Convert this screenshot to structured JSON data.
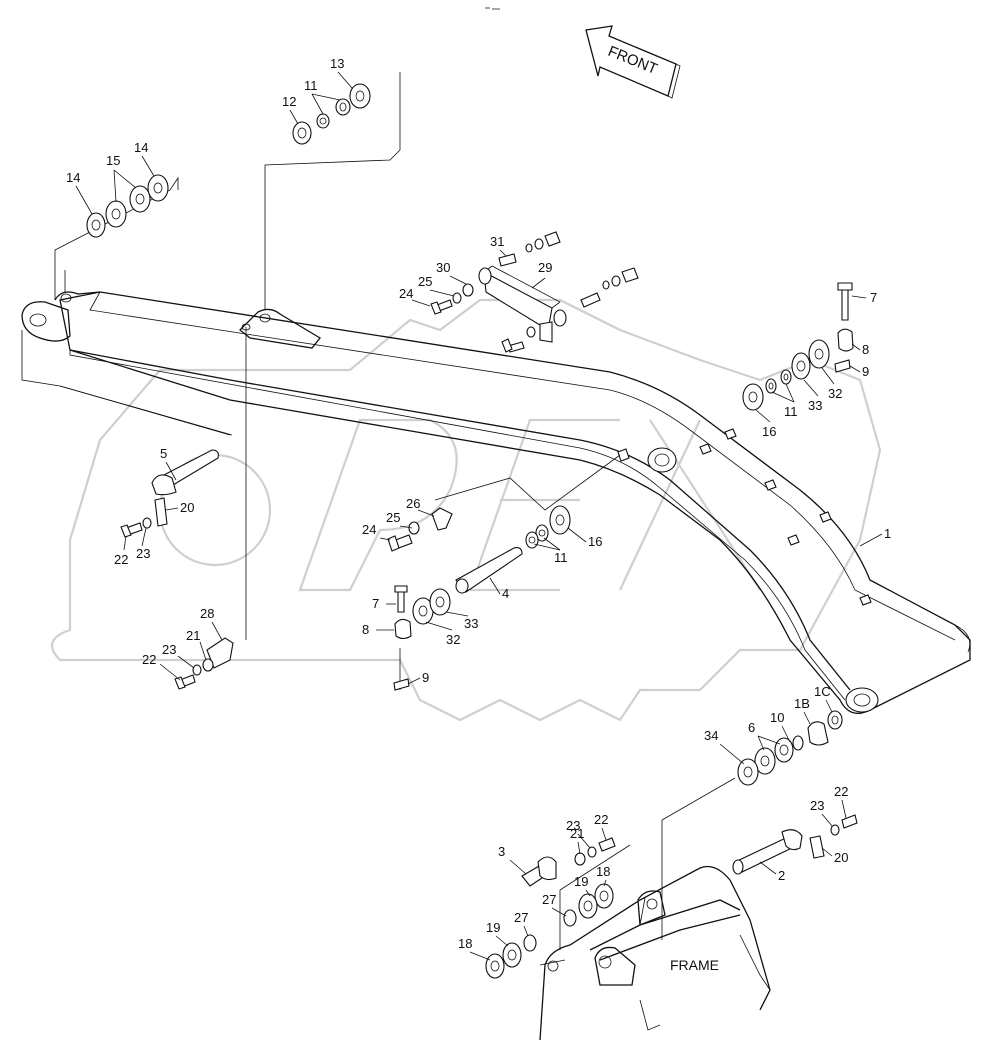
{
  "arrow_label": "FRONT",
  "frame_label": "FRAME",
  "watermark": "OPEX",
  "callouts": [
    {
      "id": "c13a",
      "text": "13"
    },
    {
      "id": "c11a",
      "text": "11"
    },
    {
      "id": "c12a",
      "text": "12"
    },
    {
      "id": "c14a",
      "text": "14"
    },
    {
      "id": "c15",
      "text": "15"
    },
    {
      "id": "c14b",
      "text": "14"
    },
    {
      "id": "c31",
      "text": "31"
    },
    {
      "id": "c30",
      "text": "30"
    },
    {
      "id": "c29",
      "text": "29"
    },
    {
      "id": "c25a",
      "text": "25"
    },
    {
      "id": "c24a",
      "text": "24"
    },
    {
      "id": "c7a",
      "text": "7"
    },
    {
      "id": "c8a",
      "text": "8"
    },
    {
      "id": "c9a",
      "text": "9"
    },
    {
      "id": "c32a",
      "text": "32"
    },
    {
      "id": "c33a",
      "text": "33"
    },
    {
      "id": "c11b",
      "text": "11"
    },
    {
      "id": "c16a",
      "text": "16"
    },
    {
      "id": "c5",
      "text": "5"
    },
    {
      "id": "c20a",
      "text": "20"
    },
    {
      "id": "c22a",
      "text": "22"
    },
    {
      "id": "c23a",
      "text": "23"
    },
    {
      "id": "c26",
      "text": "26"
    },
    {
      "id": "c25b",
      "text": "25"
    },
    {
      "id": "c24b",
      "text": "24"
    },
    {
      "id": "c16b",
      "text": "16"
    },
    {
      "id": "c11c",
      "text": "11"
    },
    {
      "id": "c1",
      "text": "1"
    },
    {
      "id": "c4",
      "text": "4"
    },
    {
      "id": "c7b",
      "text": "7"
    },
    {
      "id": "c8b",
      "text": "8"
    },
    {
      "id": "c32b",
      "text": "32"
    },
    {
      "id": "c33b",
      "text": "33"
    },
    {
      "id": "c9b",
      "text": "9"
    },
    {
      "id": "c28",
      "text": "28"
    },
    {
      "id": "c21a",
      "text": "21"
    },
    {
      "id": "c23b",
      "text": "23"
    },
    {
      "id": "c22b",
      "text": "22"
    },
    {
      "id": "c34",
      "text": "34"
    },
    {
      "id": "c6",
      "text": "6"
    },
    {
      "id": "c10",
      "text": "10"
    },
    {
      "id": "c1B",
      "text": "1B"
    },
    {
      "id": "c1C",
      "text": "1C"
    },
    {
      "id": "c3",
      "text": "3"
    },
    {
      "id": "c21b",
      "text": "21"
    },
    {
      "id": "c23c",
      "text": "23"
    },
    {
      "id": "c22c",
      "text": "22"
    },
    {
      "id": "c22d",
      "text": "22"
    },
    {
      "id": "c23d",
      "text": "23"
    },
    {
      "id": "c20b",
      "text": "20"
    },
    {
      "id": "c2",
      "text": "2"
    },
    {
      "id": "c19a",
      "text": "19"
    },
    {
      "id": "c18a",
      "text": "18"
    },
    {
      "id": "c27a",
      "text": "27"
    },
    {
      "id": "c27b",
      "text": "27"
    },
    {
      "id": "c19b",
      "text": "19"
    },
    {
      "id": "c18b",
      "text": "18"
    }
  ]
}
